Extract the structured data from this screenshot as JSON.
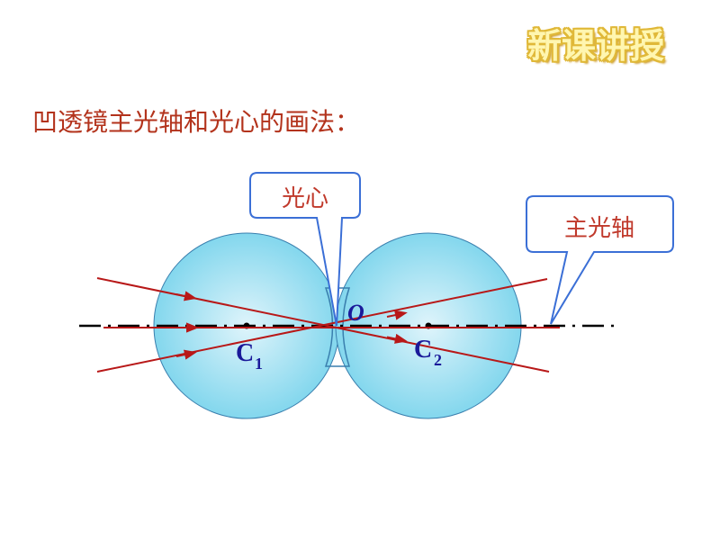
{
  "badge": {
    "text": "新课讲授"
  },
  "heading": {
    "text": "凹透镜主光轴和光心的画法："
  },
  "diagram": {
    "callouts": {
      "optical_center": "光心",
      "principal_axis": "主光轴"
    },
    "labels": {
      "origin": "O",
      "c1_letter": "C",
      "c1_sub": "1",
      "c2_letter": "C",
      "c2_sub": "2"
    },
    "colors": {
      "sphere_fill": "#7ad4ec",
      "sphere_stroke": "#3a7fae",
      "ray": "#b81818",
      "axis": "#000000",
      "callout_border": "#3b6fd6",
      "text_red": "#c0392b",
      "label_blue": "#1a1a9a"
    }
  }
}
